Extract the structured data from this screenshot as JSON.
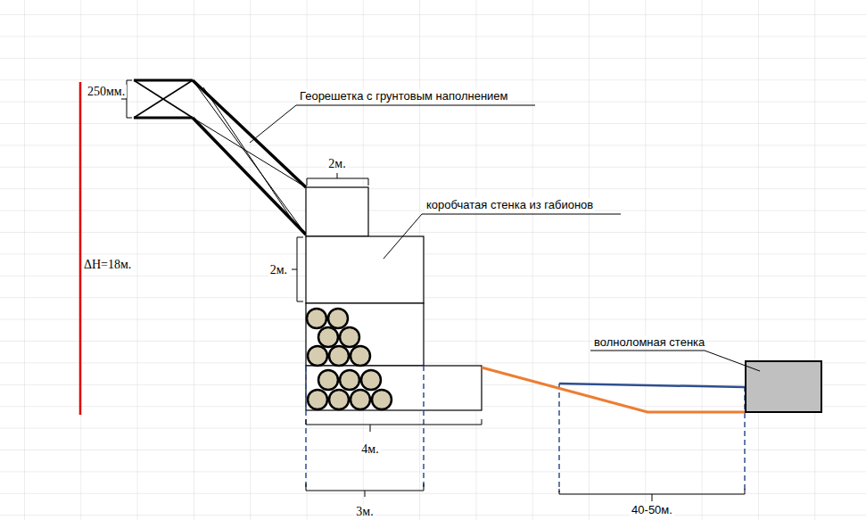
{
  "diagram": {
    "labels": [
      "250мм.",
      "Георешетка с грунтовым наполнением",
      "2м.",
      "коробчатая стенка из габионов",
      "2м.",
      "ΔH=18м.",
      "волноломная стенка",
      "4м.",
      "3м.",
      "40-50м."
    ]
  }
}
